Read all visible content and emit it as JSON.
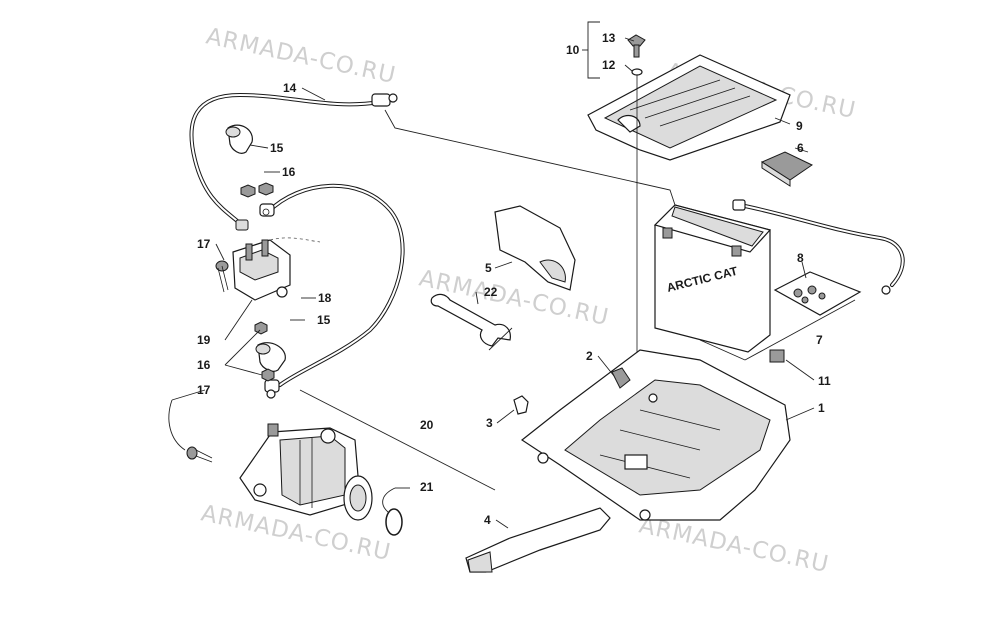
{
  "watermark": {
    "text": "ARMADA-CO.RU"
  },
  "callouts": {
    "c1": "1",
    "c2": "2",
    "c3": "3",
    "c4": "4",
    "c5": "5",
    "c6": "6",
    "c7": "7",
    "c8": "8",
    "c9": "9",
    "c10": "10",
    "c11": "11",
    "c12": "12",
    "c13": "13",
    "c14": "14",
    "c15a": "15",
    "c15b": "15",
    "c16a": "16",
    "c16b": "16",
    "c17a": "17",
    "c17b": "17",
    "c18": "18",
    "c19": "19",
    "c20": "20",
    "c21": "21",
    "c22": "22"
  },
  "battery": {
    "brand_label": "ARCTIC CAT"
  }
}
